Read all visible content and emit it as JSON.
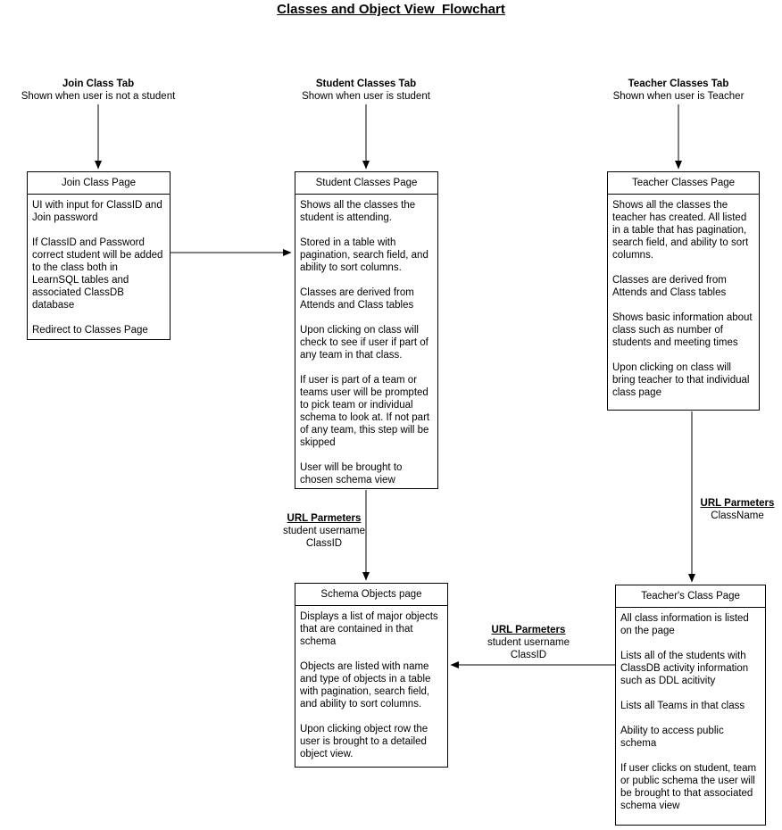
{
  "title": "Classes and Object View  Flowchart",
  "colors": {
    "line": "#000000",
    "text": "#000000",
    "background": "#ffffff"
  },
  "tab_headers": {
    "join": {
      "title": "Join Class Tab",
      "subtitle": "Shown when user is not a student"
    },
    "student": {
      "title": "Student Classes Tab",
      "subtitle": "Shown when user is student"
    },
    "teacher": {
      "title": "Teacher Classes Tab",
      "subtitle": "Shown when user is Teacher"
    }
  },
  "boxes": {
    "join_class_page": {
      "title": "Join Class Page",
      "paragraphs": [
        "UI with input for ClassID and Join password",
        "If ClassID and Password correct student will be added to the class both in LearnSQL tables and associated ClassDB database",
        "Redirect to Classes Page"
      ]
    },
    "student_classes_page": {
      "title": "Student Classes Page",
      "paragraphs": [
        "Shows all the classes the student is attending.",
        "Stored in a table with pagination, search field, and ability to sort columns.",
        "Classes are derived from Attends and Class tables",
        "Upon clicking on class will check to see if user if part of any team in that class.",
        "If user is part of a team or teams user will be prompted to pick team or individual schema to look at. If not part of any team, this step will be skipped",
        "User will be brought to chosen schema view"
      ]
    },
    "teacher_classes_page": {
      "title": "Teacher Classes Page",
      "paragraphs": [
        "Shows all the classes the teacher has created. All listed in a table that has pagination, search field, and ability to sort columns.",
        "Classes are derived from Attends and Class tables",
        "Shows basic information about class such as number of students and meeting times",
        "Upon clicking on class will bring teacher to that individual class page"
      ]
    },
    "schema_objects_page": {
      "title": "Schema Objects page",
      "paragraphs": [
        "Displays a list of major objects that are contained in that schema",
        "Objects are listed with name and type of objects in a table with pagination, search field, and ability to sort columns.",
        "Upon clicking object row the user is brought to a detailed object view."
      ]
    },
    "teachers_class_page": {
      "title": "Teacher's Class Page",
      "paragraphs": [
        "All class information is listed on the page",
        "Lists all of the students with ClassDB activity information such as DDL acitivity",
        "Lists all Teams in that class",
        "Ability to access public schema",
        "If user clicks on student, team or public schema the user will be brought to that associated schema view"
      ]
    }
  },
  "edge_labels": {
    "student_to_schema": {
      "title": "URL Parmeters",
      "lines": [
        "student username",
        "ClassID"
      ]
    },
    "teacher_to_class": {
      "title": "URL Parmeters",
      "lines": [
        "ClassName"
      ]
    },
    "class_to_schema": {
      "title": "URL Parmeters",
      "lines": [
        "student username",
        "ClassID"
      ]
    }
  }
}
